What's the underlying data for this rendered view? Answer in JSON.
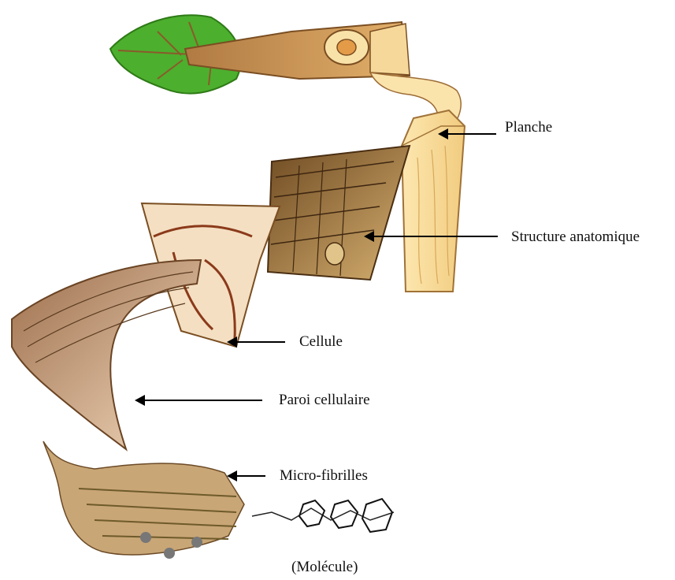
{
  "labels": {
    "planche": "Planche",
    "structure": "Structure anatomique",
    "cellule": "Cellule",
    "paroi": "Paroi cellulaire",
    "microfibrilles": "Micro-fibrilles",
    "molecule": "(Molécule)"
  },
  "colors": {
    "leaf": "#4caf2e",
    "wood_light": "#f6d99a",
    "wood_mid": "#e9b868",
    "wood_dark": "#8a5a2b",
    "cell_wall": "#c99a78",
    "fibril": "#9a7a4e",
    "arrow": "#000000"
  }
}
